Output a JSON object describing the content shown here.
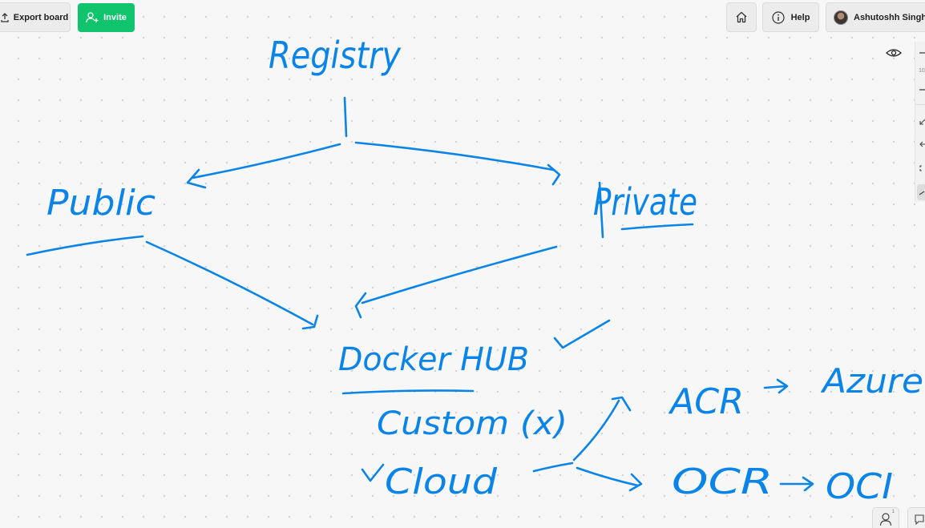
{
  "toolbar": {
    "export_label": "Export board",
    "invite_label": "Invite",
    "help_label": "Help",
    "user_name": "Ashutoshh Singh",
    "export_icon": "export-icon",
    "invite_icon": "add-user-icon",
    "home_icon": "home-icon",
    "help_icon": "info-icon",
    "accent_color": "#10c46e"
  },
  "side_toolbar": {
    "zoom_label": "10",
    "icons": [
      "eye-icon",
      "zoom-in-icon",
      "zoom-out-icon",
      "fit-icon",
      "back-arrow-icon",
      "fullscreen-icon",
      "pen-icon"
    ]
  },
  "bottom_bar": {
    "participants_count": "1",
    "icons": [
      "user-icon",
      "chat-icon"
    ]
  },
  "board": {
    "ink_color": "#0a84e8",
    "labels": {
      "registry": "Registry",
      "public": "Public",
      "private": "Private",
      "docker_hub": "Docker HUB",
      "custom": "Custom (x)",
      "cloud": "Cloud",
      "acr": "ACR",
      "azure": "Azure",
      "ocr": "OCR",
      "oci": "OCI"
    }
  }
}
